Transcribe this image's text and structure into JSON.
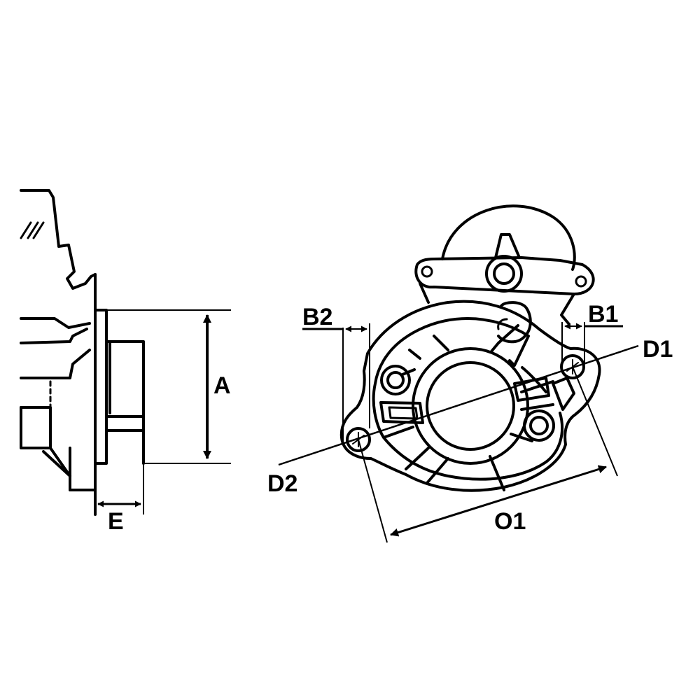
{
  "diagram": {
    "labels": {
      "A": "A",
      "E": "E",
      "B1": "B1",
      "B2": "B2",
      "D1": "D1",
      "D2": "D2",
      "O1": "O1"
    }
  },
  "colors": {
    "line": "#000000",
    "background": "#ffffff"
  }
}
